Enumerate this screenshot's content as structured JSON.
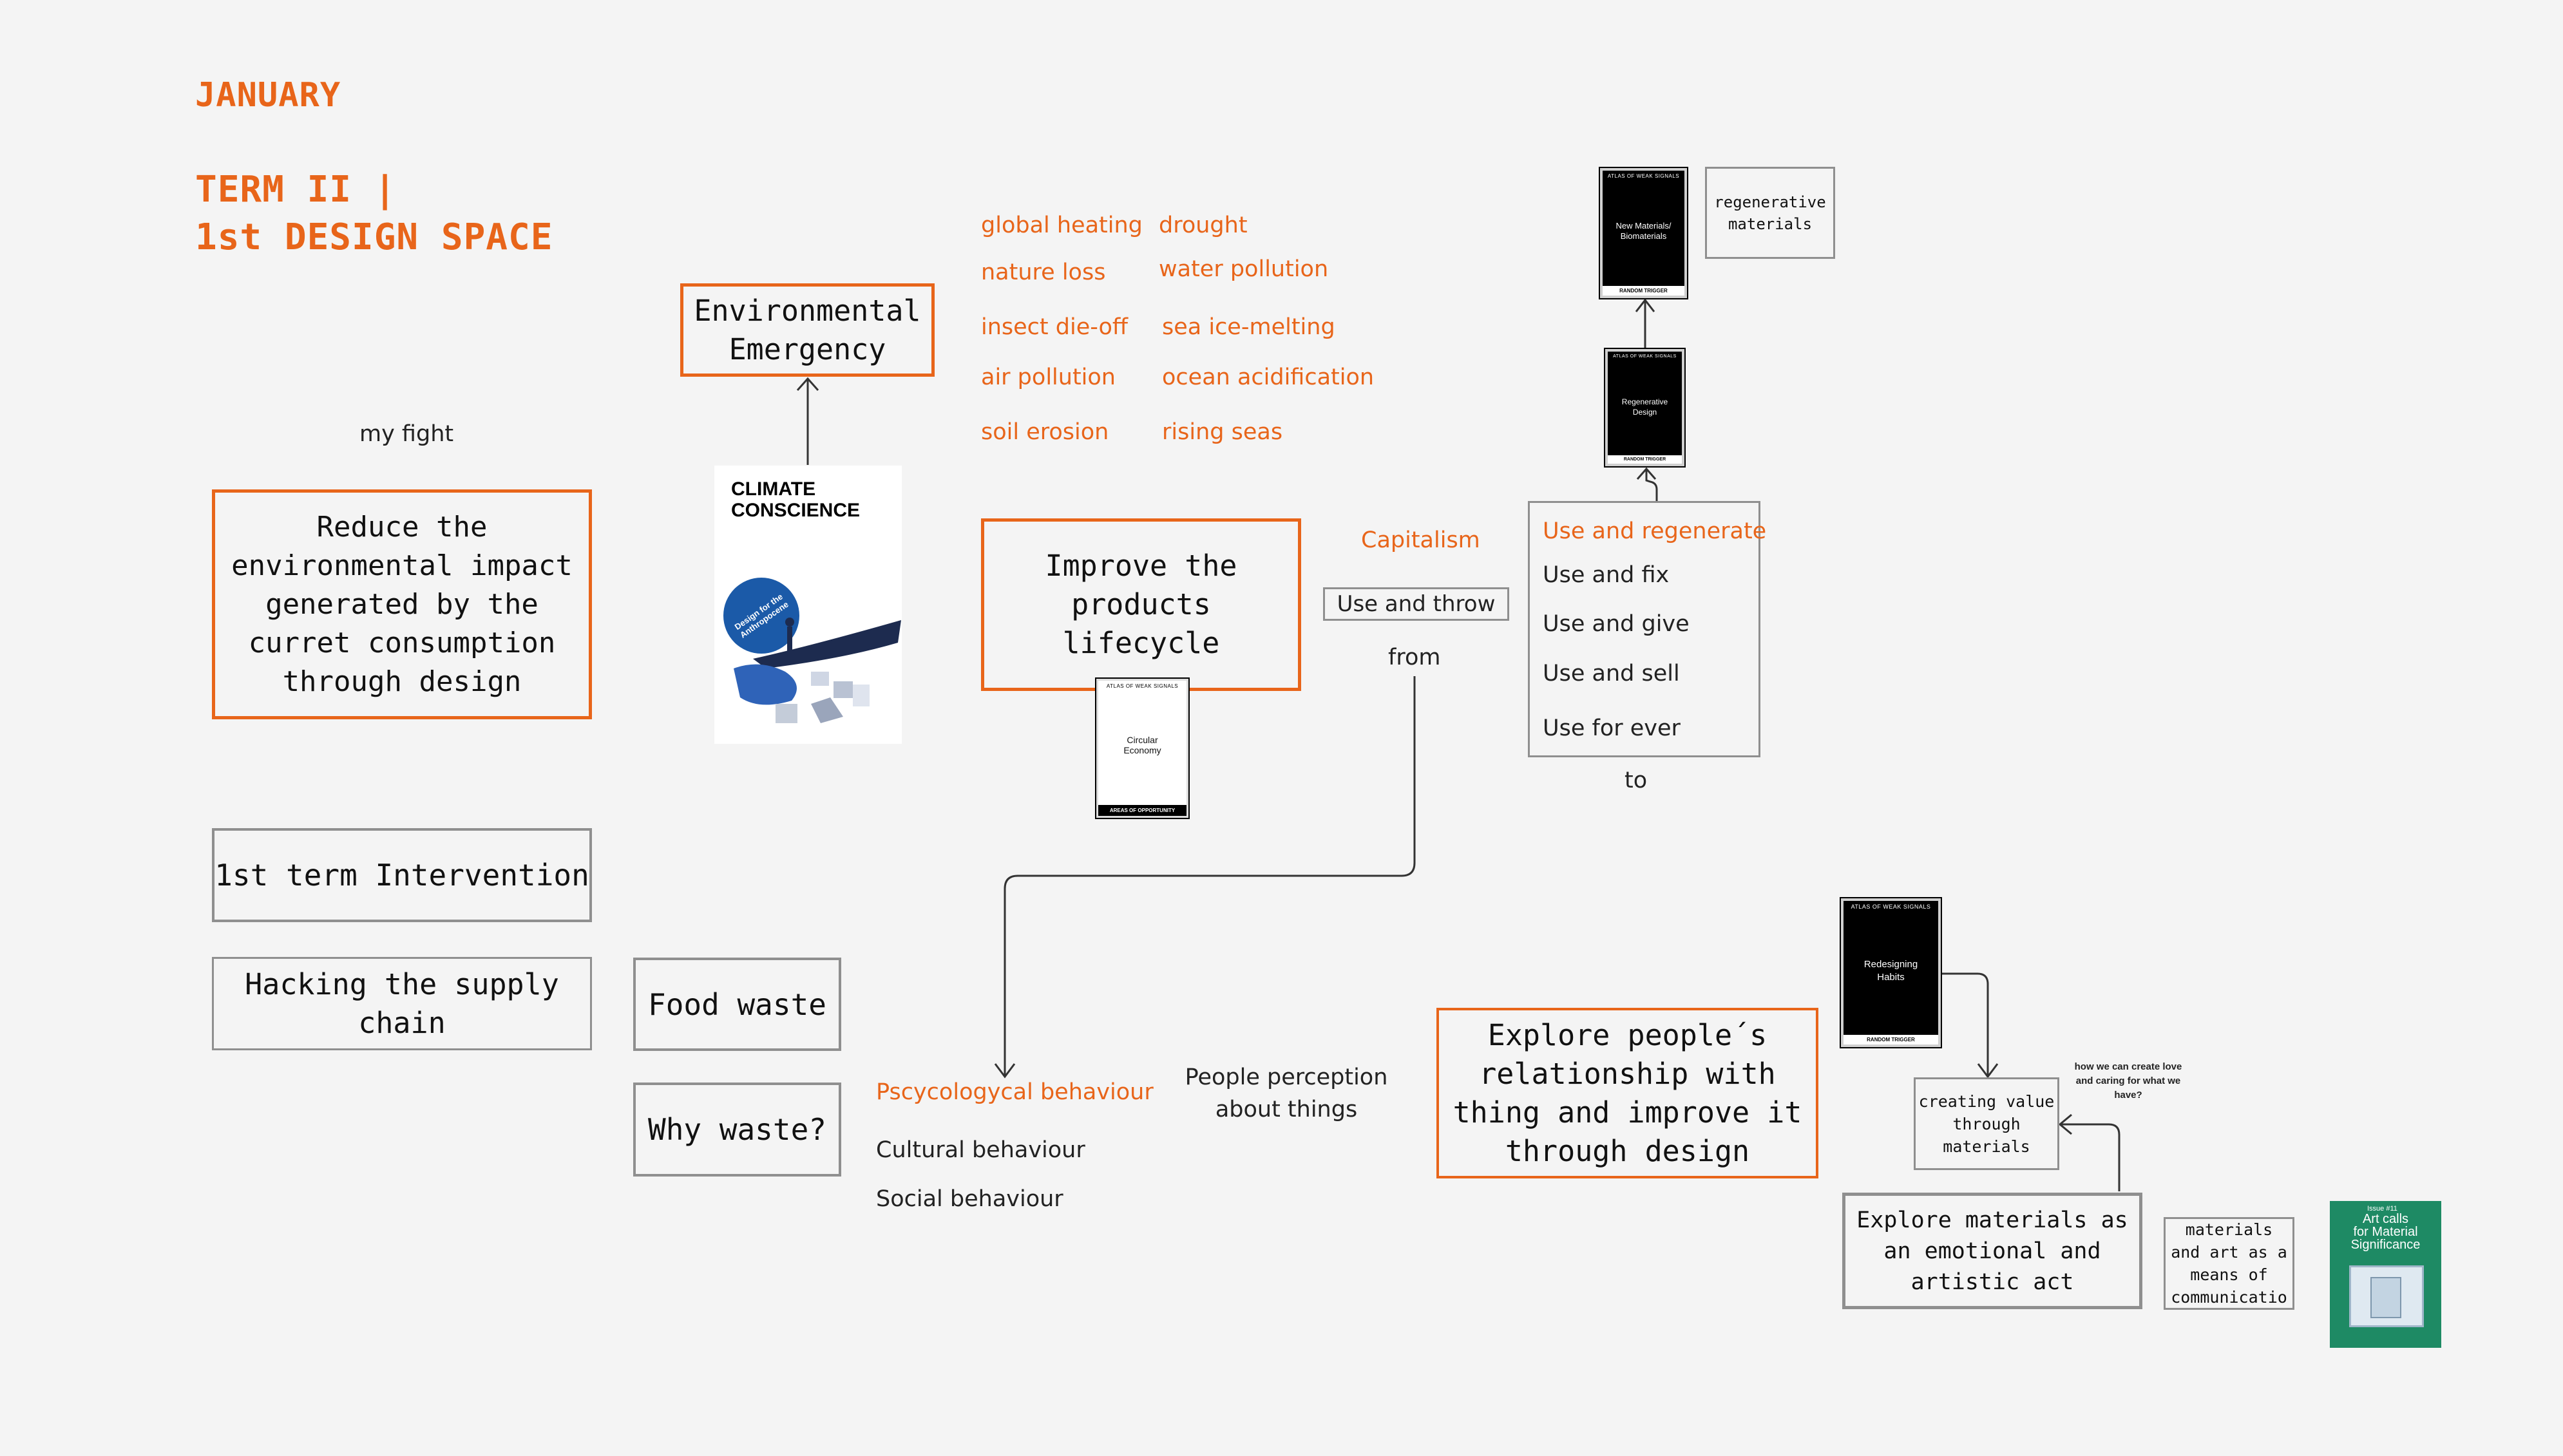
{
  "header": {
    "month": "JANUARY",
    "term_line1": "TERM II |",
    "term_line2": "1st DESIGN SPACE"
  },
  "left": {
    "my_fight": "my fight",
    "goal": "Reduce the\nenvironmental impact\ngenerated by the\ncurret consumption\nthrough design",
    "intervention": "1st term Intervention",
    "hacking": "Hacking the supply\nchain",
    "food_waste": "Food waste",
    "why_waste": "Why waste?"
  },
  "emergency": {
    "label": "Environmental\nEmergency",
    "book_title": "CLIMATE\nCONSCIENCE",
    "book_badge": "Design for the\nAnthropocene"
  },
  "issues": {
    "col1": [
      "global heating",
      "nature loss",
      "insect die-off",
      "air pollution",
      "soil erosion"
    ],
    "col2": [
      "drought",
      "water pollution",
      "sea ice-melting",
      "ocean acidification",
      "rising seas"
    ]
  },
  "lifecycle": {
    "label": "Improve the\nproducts\nlifecycle",
    "capitalism": "Capitalism",
    "use_throw": "Use and throw",
    "from": "from",
    "to": "to",
    "uses": [
      "Use and regenerate",
      "Use and fix",
      "Use and give",
      "Use and sell",
      "Use for ever"
    ]
  },
  "cards": {
    "header": "ATLAS OF WEAK SIGNALS",
    "footer_trigger": "RANDOM TRIGGER",
    "footer_areas": "AREAS OF OPPORTUNITY",
    "circular": "Circular\nEconomy",
    "new_materials": "New Materials/\nBiomaterials",
    "regenerative": "Regenerative\nDesign",
    "habits": "Redesigning\nHabits"
  },
  "regen_note": "regenerative\nmaterials",
  "behaviour": {
    "psy": "Pscycologycal behaviour",
    "cultural": "Cultural behaviour",
    "social": "Social behaviour",
    "perception": "People perception\nabout things"
  },
  "explore": {
    "label": "Explore people´s\nrelationship with\nthing and improve it\nthrough design",
    "creating_value": "creating value\nthrough\nmaterials",
    "question": "how we can create love\nand caring for what we\nhave?",
    "materials_emotional": "Explore materials as\nan emotional and\nartistic act",
    "materials_art": "materials\nand art as a\nmeans of\ncommunicatio",
    "art_calls_issue": "Issue #11",
    "art_calls_title": "Art calls\nfor Material\nSignificance"
  },
  "colors": {
    "accent": "#e8651a",
    "box_gray": "#8f8f8f",
    "background": "#f4f4f4",
    "green_card": "#1e8a64"
  }
}
